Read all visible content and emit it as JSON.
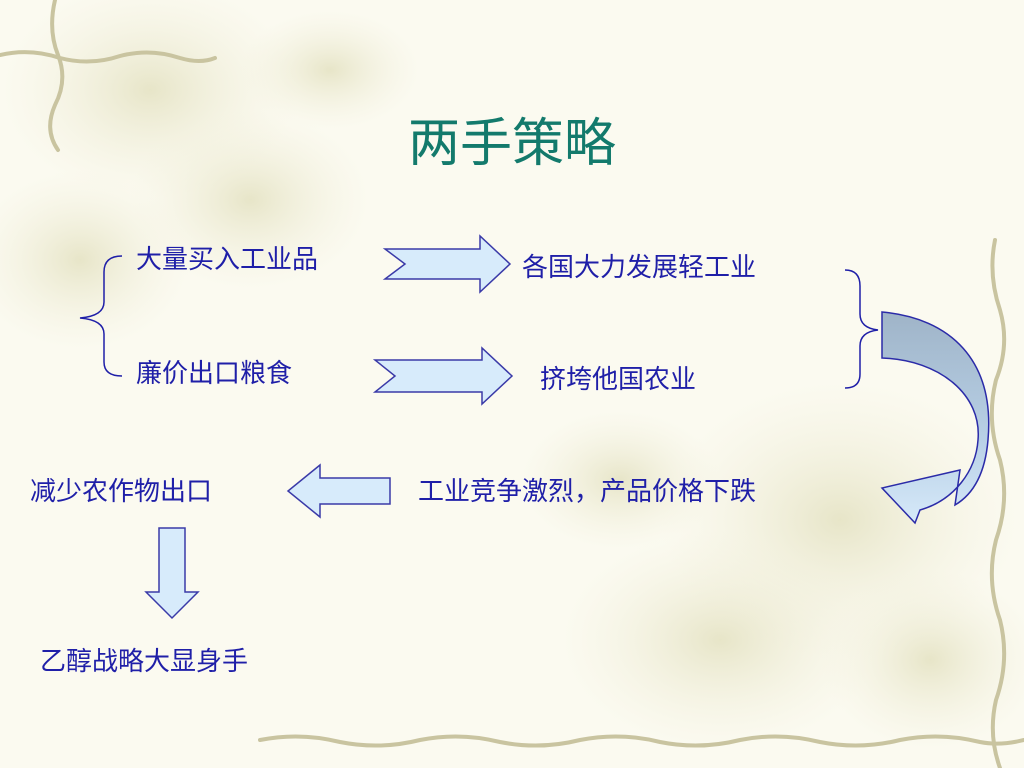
{
  "slide": {
    "title": "两手策略",
    "nodes": {
      "buy_industrial": "大量买入工业品",
      "export_grain": "廉价出口粮食",
      "light_industry": "各国大力发展轻工业",
      "squeeze_agri": "挤垮他国农业",
      "competition": "工业竞争激烈，产品价格下跌",
      "reduce_export": "减少农作物出口",
      "ethanol": "乙醇战略大显身手"
    }
  },
  "colors": {
    "title": "#137a6c",
    "text": "#1f1fa8",
    "arrow_fill": "#d7ebfb",
    "arrow_stroke": "#3a3aa8",
    "curve_top": "#9fb4c8",
    "curve_bottom": "#c5def4"
  }
}
